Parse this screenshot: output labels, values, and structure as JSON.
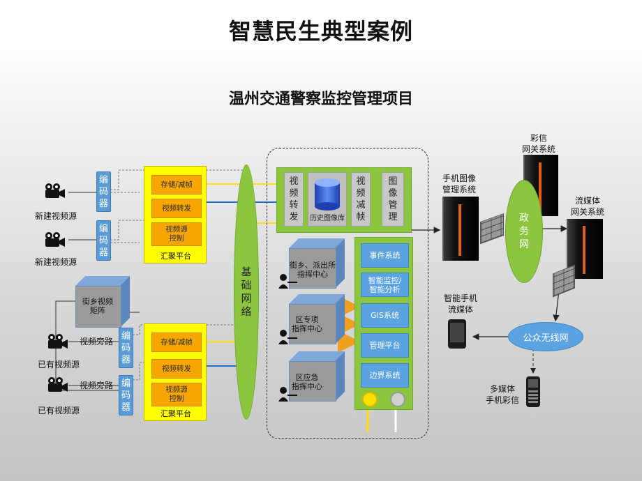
{
  "title": "智慧民生典型案例",
  "subtitle": "温州交通警察监控管理项目",
  "sources": {
    "new_video_1": "新建视频源",
    "new_video_2": "新建视频源",
    "existing_video_1": "已有视频源",
    "existing_video_2": "已有视频源",
    "bypass_1": "视频旁路",
    "bypass_2": "视频旁路",
    "matrix": "街乡视频\n矩阵"
  },
  "encoders": [
    "编码器",
    "编码器",
    "编码器",
    "编码器"
  ],
  "platform_top": {
    "items": [
      "存储/减帧",
      "视频转发",
      "视频源\n控制"
    ],
    "label": "汇聚平台"
  },
  "platform_bottom": {
    "items": [
      "存储/减帧",
      "视频转发",
      "视频源\n控制"
    ],
    "label": "汇聚平台"
  },
  "base_network": "基础网络",
  "datacenter_top": {
    "forward": "视频转发",
    "history": "历史图像库",
    "reduce": "视频减帧",
    "manage": "图像管理"
  },
  "command_centers": [
    "街乡、派出所\n指挥中心",
    "区专项\n指挥中心",
    "区应急\n指挥中心"
  ],
  "systems": [
    "事件系统",
    "智能监控/\n智能分析",
    "GIS系统",
    "管理平台",
    "边界系统"
  ],
  "mobile_mgmt": "手机图像\n管理系统",
  "mms_gateway": "彩信\n网关系统",
  "gov_network": "政务网",
  "streaming_gateway": "流媒体\n网关系统",
  "smartphone": "智能手机\n流媒体",
  "public_wireless": "公众无线网",
  "multimedia_phone": "多媒体\n手机彩信",
  "colors": {
    "encoder": "#5b9bd5",
    "platform": "#ffff00",
    "platform_item": "#f7a600",
    "green": "#8cc63f",
    "system": "#5ba3e0",
    "line_yellow": "#ffe000",
    "line_blue": "#1e6fd0"
  }
}
